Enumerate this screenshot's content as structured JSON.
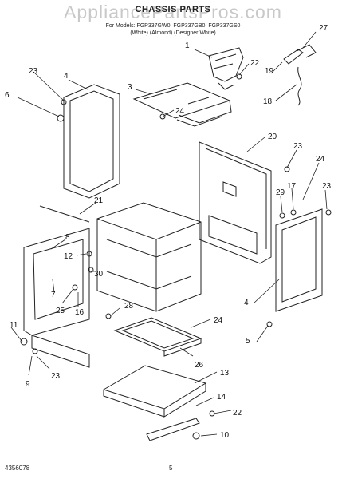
{
  "header": {
    "watermark": "AppliancePartsPros.com",
    "title": "CHASSIS PARTS",
    "models": "For Models: FGP337GW0, FGP337GB0, FGP337GS0",
    "variants": "(White)      (Almond) (Designer White)"
  },
  "footer": {
    "document_number": "4356078",
    "page_number": "5"
  },
  "callouts": [
    "1",
    "27",
    "22",
    "23",
    "4",
    "19",
    "6",
    "3",
    "24",
    "18",
    "20",
    "23",
    "24",
    "21",
    "29",
    "17",
    "23",
    "8",
    "12",
    "30",
    "7",
    "25",
    "16",
    "4",
    "28",
    "24",
    "11",
    "5",
    "26",
    "9",
    "23",
    "13",
    "14",
    "22",
    "10"
  ]
}
